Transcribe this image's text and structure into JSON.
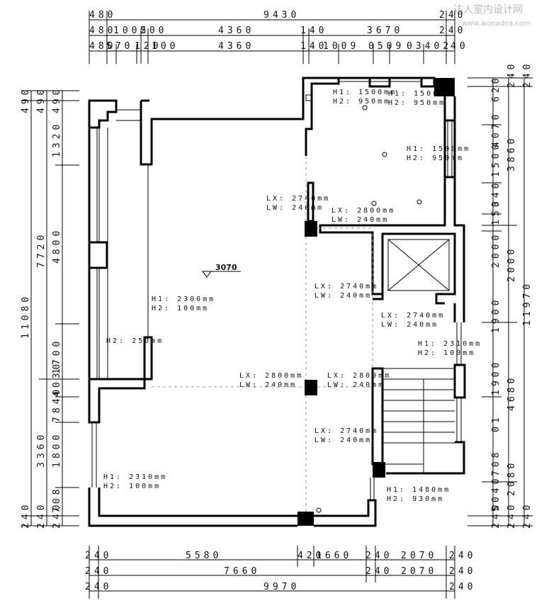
{
  "watermark": {
    "cn": "达人室内设计网",
    "url": "www.wonadea.com"
  },
  "elevation": "3070",
  "dims_top": {
    "row1": [
      "480",
      "9430",
      "240"
    ],
    "row2": [
      "480",
      "1005",
      "200",
      "4360",
      "140",
      "3670",
      "240"
    ],
    "row3": [
      "480",
      "570",
      "120",
      "100",
      "4360",
      "140",
      "1009",
      "0509",
      "03402",
      "40"
    ]
  },
  "dims_bottom": {
    "row1": [
      "240",
      "5580",
      "420",
      "1660",
      "240",
      "2070",
      "240"
    ],
    "row2": [
      "240",
      "7660",
      "240",
      "2070",
      "240"
    ],
    "row3": [
      "240",
      "9970",
      "240"
    ]
  },
  "dims_left": {
    "col1": [
      "490",
      "11080",
      "240"
    ],
    "col2": [
      "490",
      "7720",
      "3360",
      "240"
    ],
    "col3": [
      "490",
      "1320",
      "4800",
      "1700",
      "4030",
      "7840",
      "1800",
      "708",
      "240"
    ]
  },
  "dims_right": {
    "col1": [
      "240",
      "11970",
      "240"
    ],
    "col2": [
      "240",
      "3860",
      "2000",
      "4680",
      "2080",
      "240"
    ],
    "col3": [
      "620",
      "4070",
      "1500",
      "340",
      "150",
      "2000",
      "1900",
      "1900",
      "01",
      "708",
      "5040",
      "240"
    ]
  },
  "labels": {
    "w_top1": {
      "h1": "H1: 1500mm",
      "h2": "H2: 950mm"
    },
    "w_top2": {
      "h1": "H1: 1500mm",
      "h2": "H2: 950mm"
    },
    "w_right1": {
      "h1": "H1: 1500mm",
      "h2": "H2: 950mm"
    },
    "beam1": {
      "lx": "LX: 2740mm",
      "lw": "LW: 240mm"
    },
    "beam2": {
      "lx": "LX: 2800mm",
      "lw": "LW: 240mm"
    },
    "beam3": {
      "lx": "LX: 2740mm",
      "lw": "LW: 240mm"
    },
    "beam4": {
      "lx": "LX: 2740mm",
      "lw": "LW: 240mm"
    },
    "beam5": {
      "lx": "LX: 2800mm",
      "lw": "LW: 240mm"
    },
    "beam6": {
      "lx": "LX: 2800mm",
      "lw": "LW: 240mm"
    },
    "beam7": {
      "lx": "LX: 2740mm",
      "lw": "LW: 240mm"
    },
    "w_left_mid": {
      "h1": "H1: 2300mm",
      "h2": "H2: 100mm"
    },
    "w_left_h2": {
      "h2": "H2: 250mm"
    },
    "w_right2": {
      "h1": "H1: 2310mm",
      "h2": "H2: 100mm"
    },
    "w_left_bottom": {
      "h1": "H1: 2310mm",
      "h2": "H2: 100mm"
    },
    "w_bottom_right": {
      "h1": "H1: 1480mm",
      "h2": "H2: 930mm"
    }
  }
}
